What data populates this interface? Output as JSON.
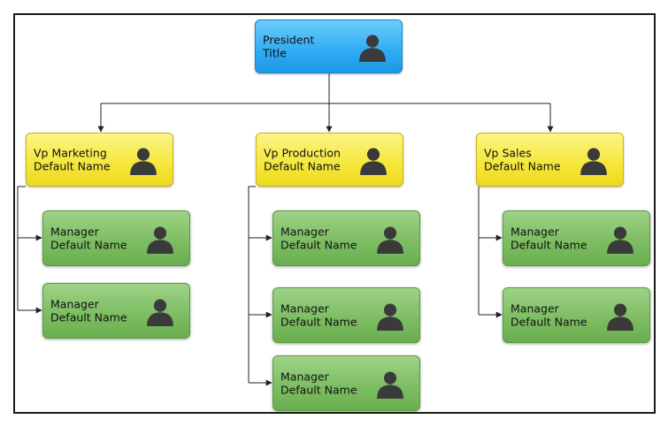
{
  "president": {
    "title": "President",
    "name": "Title"
  },
  "vps": [
    {
      "title": "Vp Marketing",
      "name": "Default Name"
    },
    {
      "title": "Vp Production",
      "name": "Default Name"
    },
    {
      "title": "Vp Sales",
      "name": "Default Name"
    }
  ],
  "managers": {
    "marketing": [
      {
        "title": "Manager",
        "name": "Default Name"
      },
      {
        "title": "Manager",
        "name": "Default Name"
      }
    ],
    "production": [
      {
        "title": "Manager",
        "name": "Default Name"
      },
      {
        "title": "Manager",
        "name": "Default Name"
      },
      {
        "title": "Manager",
        "name": "Default Name"
      }
    ],
    "sales": [
      {
        "title": "Manager",
        "name": "Default Name"
      },
      {
        "title": "Manager",
        "name": "Default Name"
      }
    ]
  },
  "colors": {
    "president": "#33aef3",
    "vp": "#f5e83e",
    "manager": "#7ebe63",
    "connector": "#222222",
    "icon": "#3a3a3a"
  },
  "icons": {
    "node": "person-icon"
  }
}
